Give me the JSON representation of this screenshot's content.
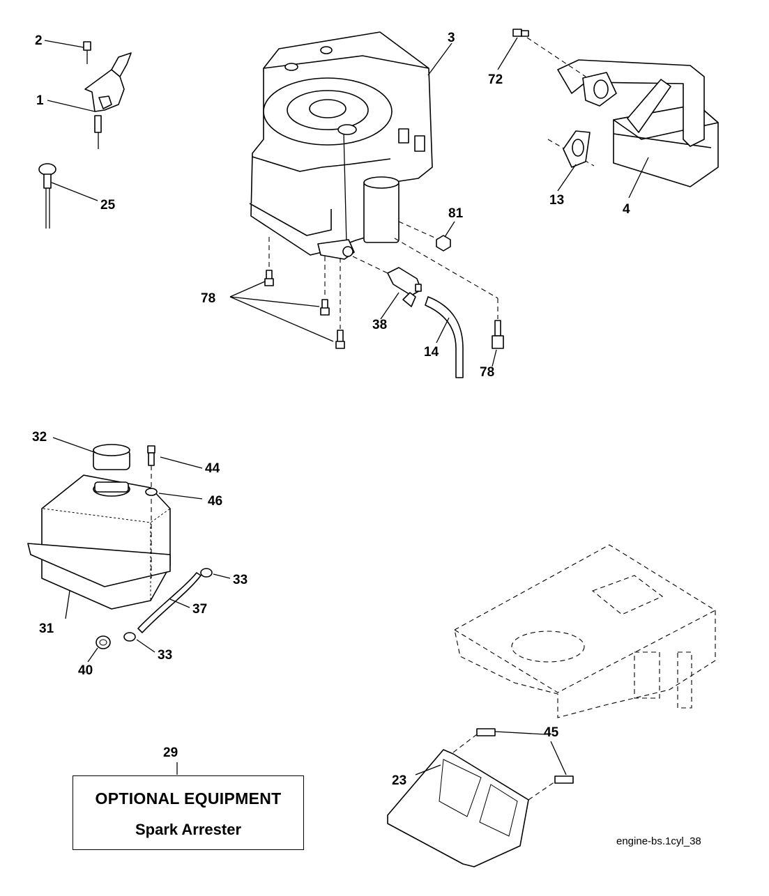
{
  "diagram": {
    "callouts": [
      "1",
      "2",
      "3",
      "4",
      "13",
      "14",
      "23",
      "25",
      "29",
      "31",
      "32",
      "33",
      "33",
      "37",
      "38",
      "40",
      "44",
      "45",
      "46",
      "72",
      "78",
      "78",
      "81"
    ],
    "optional_box": {
      "title": "OPTIONAL EQUIPMENT",
      "subtitle": "Spark Arrester"
    },
    "reference_code": "engine-bs.1cyl_38"
  }
}
